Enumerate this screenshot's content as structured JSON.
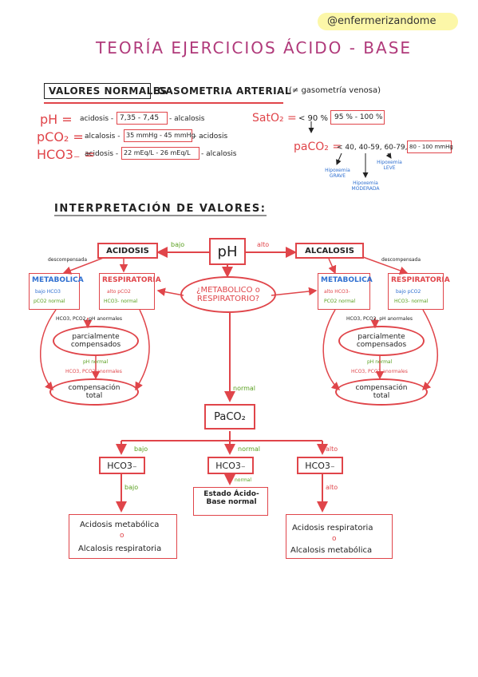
{
  "watermark": "@enfermerizandome",
  "title": "TEORÍA EJERCICIOS ÁCIDO - BASE",
  "normal_values": {
    "heading": "VALORES NORMALES",
    "heading_rest": "GASOMETRIA ARTERIAL",
    "heading_note": "(≠ gasometría venosa)",
    "ph": {
      "label": "pH =",
      "left": "acidosis -",
      "range": "7,35 - 7,45",
      "right": "- alcalosis"
    },
    "pco2": {
      "label": "pCO₂ =",
      "left": "alcalosis -",
      "range": "35 mmHg - 45 mmHg",
      "right": "- acidosis"
    },
    "hco3": {
      "label": "HCO3₋ =",
      "left": "acidosis -",
      "range": "22 mEq/L - 26 mEq/L",
      "right": "- alcalosis"
    },
    "sato2": {
      "label": "SatO₂ =",
      "low": "< 90 %",
      "normal": "95 % - 100 %"
    },
    "pao2": {
      "label": "paCO₂ =",
      "values": "< 40, 40-59, 60-79,",
      "normal": "80 - 100 mmHg",
      "grave": "Hipoxemia GRAVE",
      "moderada": "Hipoxemia MODERADA",
      "leve": "Hipoxemia LEVE"
    }
  },
  "section2": "INTERPRETACIÓN DE VALORES:",
  "diagram": {
    "ph": "pH",
    "acidosis": "ACIDOSIS",
    "alcalosis": "ALCALOSIS",
    "bajo": "bajo",
    "alto": "alto",
    "question": "¿METABOLICO o RESPIRATORIO?",
    "descompensada_left": "descompensada",
    "descompensada_right": "descompensada",
    "left": {
      "metabolica": "METABOLICA",
      "metabolica_sub1": "bajo HCO3",
      "metabolica_sub2": "pCO2 normal",
      "respiratoria": "RESPIRATORIA",
      "respiratoria_sub1": "alto pCO2",
      "respiratoria_sub2": "HCO3- normal",
      "anormales": "HCO3, PCO2, pH anormales",
      "parcial": "parcialmente compensados",
      "ph_normal": "pH normal",
      "anormales2": "HCO3, PCO2 anormales",
      "total": "compensación total"
    },
    "right": {
      "metabolica": "METABOLICA",
      "metabolica_sub1": "alto HCO3-",
      "metabolica_sub2": "PCO2 normal",
      "respiratoria": "RESPIRATORIA",
      "respiratoria_sub1": "bajo pCO2",
      "respiratoria_sub2": "HCO3- normal",
      "anormales": "HCO3, PCO2, pH anormales",
      "parcial": "parcialmente compensados",
      "ph_normal": "pH normal",
      "anormales2": "HCO3, PCO2 anormales",
      "total": "compensación total"
    },
    "normal": "normal",
    "paco2": "PaCO₂",
    "branch_bajo": "bajo",
    "branch_normal": "normal",
    "branch_alto": "alto",
    "hco3_left": "HCO3₋",
    "hco3_mid": "HCO3₋",
    "hco3_right": "HCO3₋",
    "arrow_bajo": "bajo",
    "arrow_normal": "normal",
    "arrow_alto": "alto",
    "result_left_1": "Acidosis metabólica",
    "result_left_o": "o",
    "result_left_2": "Alcalosis respiratoria",
    "result_mid": "Estado Ácido-Base normal",
    "result_right_1": "Acidosis respiratoria",
    "result_right_o": "o",
    "result_right_2": "Alcalosis metabólica"
  }
}
